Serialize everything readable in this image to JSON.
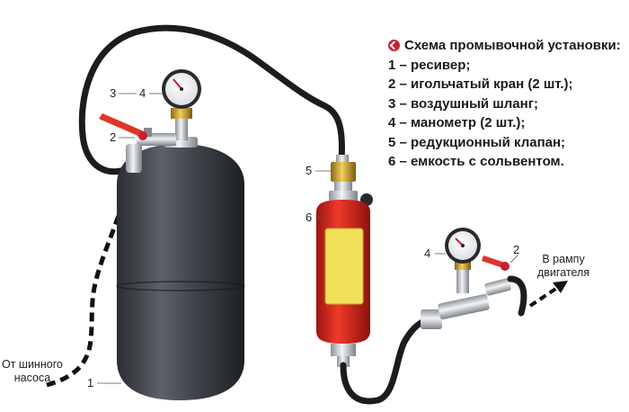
{
  "legend": {
    "title": "Схема промывочной установки:",
    "items": [
      "1 – ресивер;",
      "2 – игольчатый кран (2 шт.);",
      "3 – воздушный шланг;",
      "4 – манометр (2 шт.);",
      "5 – редукционный клапан;",
      "6 – емкость с сольвентом."
    ]
  },
  "callouts": {
    "receiver": "1",
    "valve_left": "2",
    "valve_right": "2",
    "air_hose": "3",
    "gauge_left": "4",
    "gauge_right": "4",
    "reducer": "5",
    "solvent_tank": "6"
  },
  "notes": {
    "source_line1": "От шинного",
    "source_line2": "насоса",
    "dest_line1": "В рампу",
    "dest_line2": "двигателя"
  },
  "colors": {
    "tank": "#3b3f44",
    "canister": "#d8241b",
    "window": "#f3e05a",
    "hose": "#1c1c1c",
    "brass": "#c9a030",
    "accent": "#c8202f"
  }
}
